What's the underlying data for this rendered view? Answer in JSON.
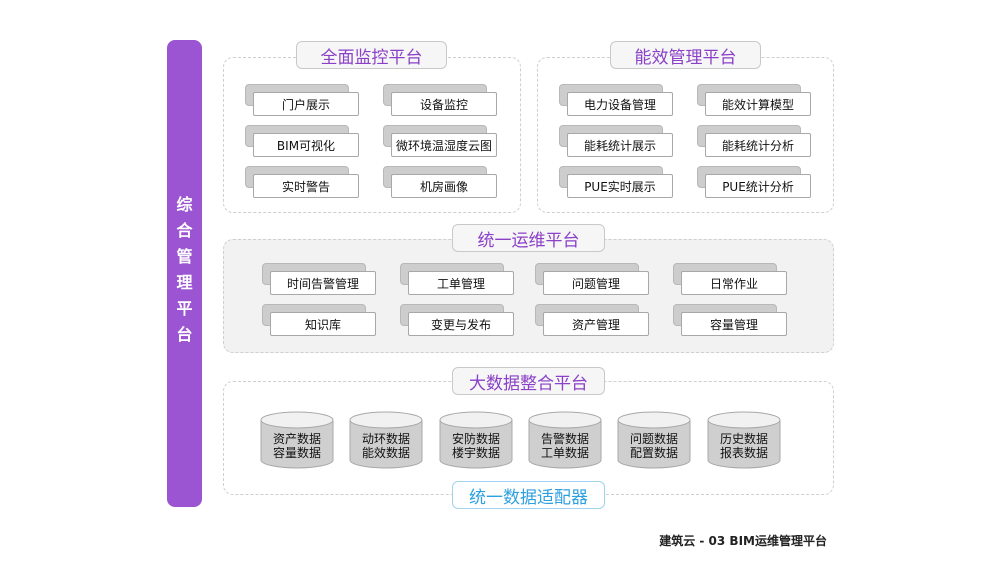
{
  "side_label": "综合管理平台",
  "monitor": {
    "title": "全面监控平台",
    "items": [
      "门户展示",
      "设备监控",
      "BIM可视化",
      "微环境温湿度云图",
      "实时警告",
      "机房画像"
    ]
  },
  "energy": {
    "title": "能效管理平台",
    "items": [
      "电力设备管理",
      "能效计算模型",
      "能耗统计展示",
      "能耗统计分析",
      "PUE实时展示",
      "PUE统计分析"
    ]
  },
  "ops": {
    "title": "统一运维平台",
    "items": [
      "时间告警管理",
      "工单管理",
      "问题管理",
      "日常作业",
      "知识库",
      "变更与发布",
      "资产管理",
      "容量管理"
    ]
  },
  "bigdata": {
    "title": "大数据整合平台",
    "cylinders": [
      {
        "line1": "资产数据",
        "line2": "容量数据"
      },
      {
        "line1": "动环数据",
        "line2": "能效数据"
      },
      {
        "line1": "安防数据",
        "line2": "楼宇数据"
      },
      {
        "line1": "告警数据",
        "line2": "工单数据"
      },
      {
        "line1": "问题数据",
        "line2": "配置数据"
      },
      {
        "line1": "历史数据",
        "line2": "报表数据"
      }
    ]
  },
  "adapter": {
    "title": "统一数据适配器"
  },
  "footer": "建筑云 - 03 BIM运维管理平台"
}
